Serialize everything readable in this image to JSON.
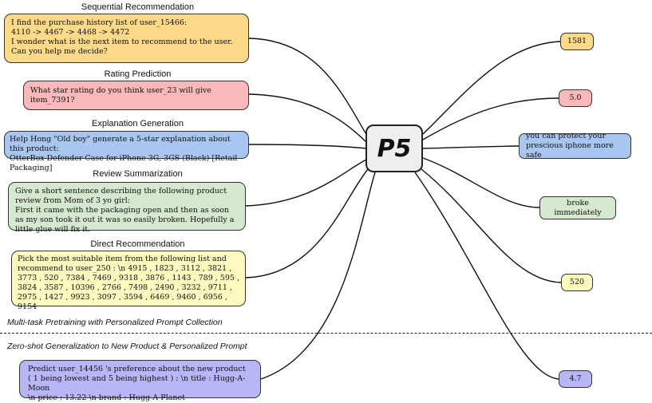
{
  "colors": {
    "yellow_orange": "#fdd98a",
    "pink": "#f9b8b9",
    "blue": "#a9c6f0",
    "green": "#d6e8cf",
    "light_yellow": "#fdfac0",
    "lavender": "#b9b6f7"
  },
  "center": {
    "label": "P5"
  },
  "tasks": {
    "sequential": {
      "heading": "Sequential Recommendation",
      "prompt": "I find the purchase history list of user_15466:\n4110 -> 4467 -> 4468 -> 4472\nI wonder what is the next item to recommend to the user.  Can you help me decide?",
      "output": "1581"
    },
    "rating": {
      "heading": "Rating Prediction",
      "prompt": "What star rating do you think user_23 will give item_7391?",
      "output": "5.0"
    },
    "explanation": {
      "heading": "Explanation Generation",
      "prompt": "Help Hong \"Old boy\" generate a 5-star explanation about this product:\nOtterBox Defender Case for iPhone 3G, 3GS (Black) [Retail Packaging]",
      "output": "you can protect your prescious iphone more safe"
    },
    "review": {
      "heading": "Review Summarization",
      "prompt": "Give a short sentence describing the following product review from Mom of 3 yo girl:\nFirst it came with the packaging open and then as soon as my son took it out it was so easily broken. Hopefully a little glue will fix it.",
      "output": "broke immediately"
    },
    "direct": {
      "heading": "Direct Recommendation",
      "prompt": "Pick the most suitable item from the following list and recommend to user_250 : \\n 4915 , 1823 , 3112 , 3821 , 3773 , 520 , 7384 , 7469 , 9318 , 3876 , 1143 , 789 , 595 , 3824 , 3587 , 10396 , 2766 , 7498 , 2490 , 3232 , 9711 , 2975 , 1427 , 9923 , 3097 , 3594 , 6469 , 9460 , 6956 , 9154",
      "output": "520"
    },
    "zeroshot": {
      "prompt": "Predict user_14456 's preference about the new product\n( 1 being lowest and 5 being highest ) : \\n title : Hugg-A-Moon\n\\n price : 13.22 \\n brand : Hugg-A-Planet",
      "output": "4.7"
    }
  },
  "sections": {
    "pretraining": "Multi-task Pretraining with Personalized Prompt Collection",
    "zeroshot": "Zero-shot Generalization to New Product & Personalized Prompt"
  }
}
